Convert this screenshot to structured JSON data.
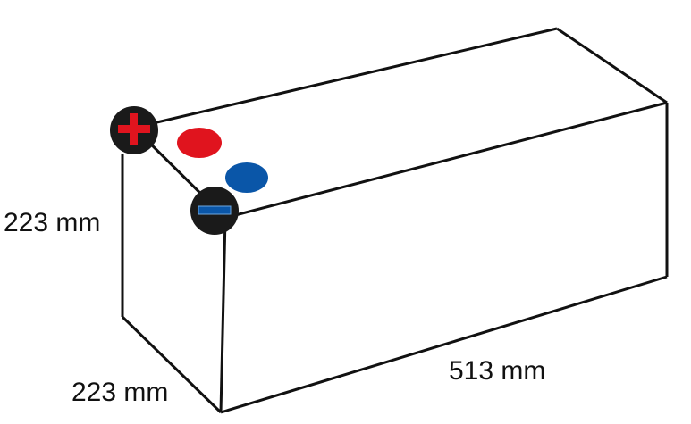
{
  "battery": {
    "height_label": "223 mm",
    "width_label": "223 mm",
    "length_label": "513 mm",
    "positive_terminal_icon": "plus-icon",
    "negative_terminal_icon": "minus-icon",
    "colors": {
      "outline": "#111111",
      "terminal_badge": "#1a1a1a",
      "positive": "#e0141e",
      "negative": "#0a56a8"
    }
  }
}
